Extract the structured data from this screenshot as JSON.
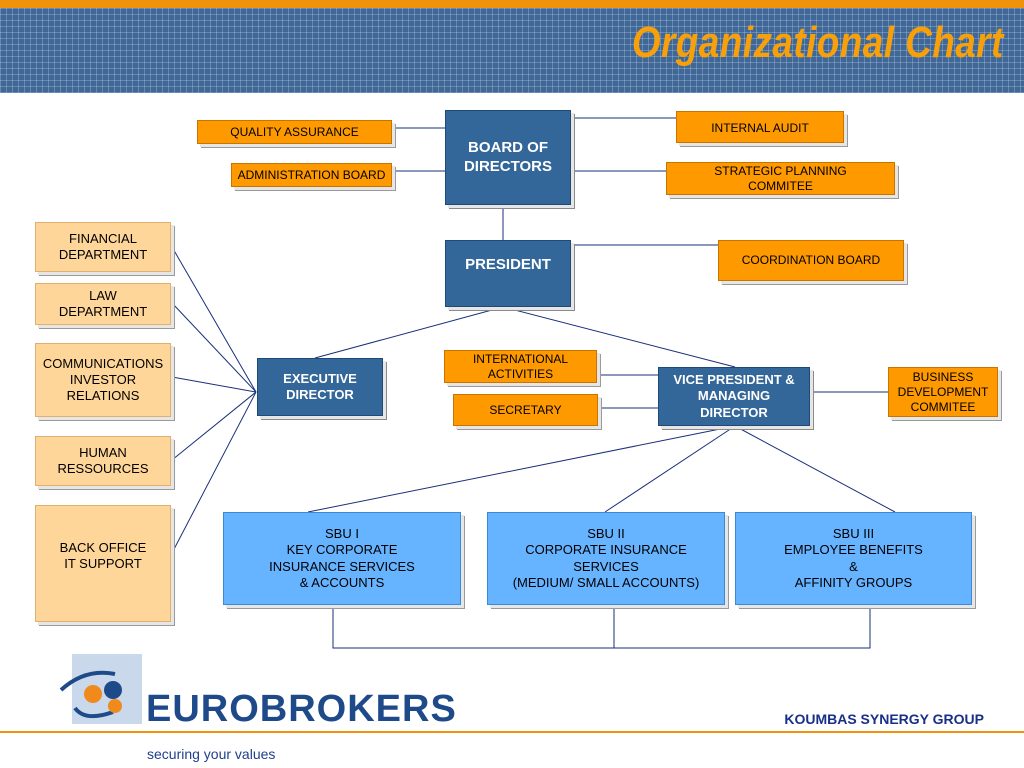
{
  "title": "Organizational Chart",
  "nodes": {
    "board": "BOARD OF\nDIRECTORS",
    "president": "PRESIDENT",
    "executive_director": "EXECUTIVE\nDIRECTOR",
    "vice_president": "VICE PRESIDENT &\nMANAGING\nDIRECTOR",
    "quality_assurance": "QUALITY ASSURANCE",
    "administration_board": "ADMINISTRATION BOARD",
    "internal_audit": "INTERNAL AUDIT",
    "strategic_planning": "STRATEGIC PLANNING\nCOMMITEE",
    "coordination_board": "COORDINATION BOARD",
    "international_activities": "INTERNATIONAL\nACTIVITIES",
    "secretary": "SECRETARY",
    "business_development": "BUSINESS\nDEVELOPMENT\nCOMMITEE",
    "financial_department": "FINANCIAL\nDEPARTMENT",
    "law_department": "LAW\nDEPARTMENT",
    "communications": "COMMUNICATIONS\nINVESTOR\nRELATIONS",
    "human_resources": "HUMAN\nRESSOURCES",
    "back_office": "BACK OFFICE\nIT SUPPORT",
    "sbu1": "SBU I\nKEY CORPORATE\nINSURANCE SERVICES\n& ACCOUNTS",
    "sbu2": "SBU II\nCORPORATE INSURANCE\nSERVICES\n(MEDIUM/ SMALL ACCOUNTS)",
    "sbu3": "SBU III\nEMPLOYEE BENEFITS\n&\nAFFINITY GROUPS"
  },
  "footer": {
    "logo": "EUROBROKERS",
    "tagline": "securing your values",
    "group": "KOUMBAS SYNERGY GROUP"
  },
  "colors": {
    "header_blue": "#3f6797",
    "accent_orange": "#ff9900",
    "title_orange": "#f7a00a",
    "navy_box": "#336699",
    "peach_box": "#ffd699",
    "light_blue_box": "#66b3ff",
    "line": "#1a2f7a"
  }
}
